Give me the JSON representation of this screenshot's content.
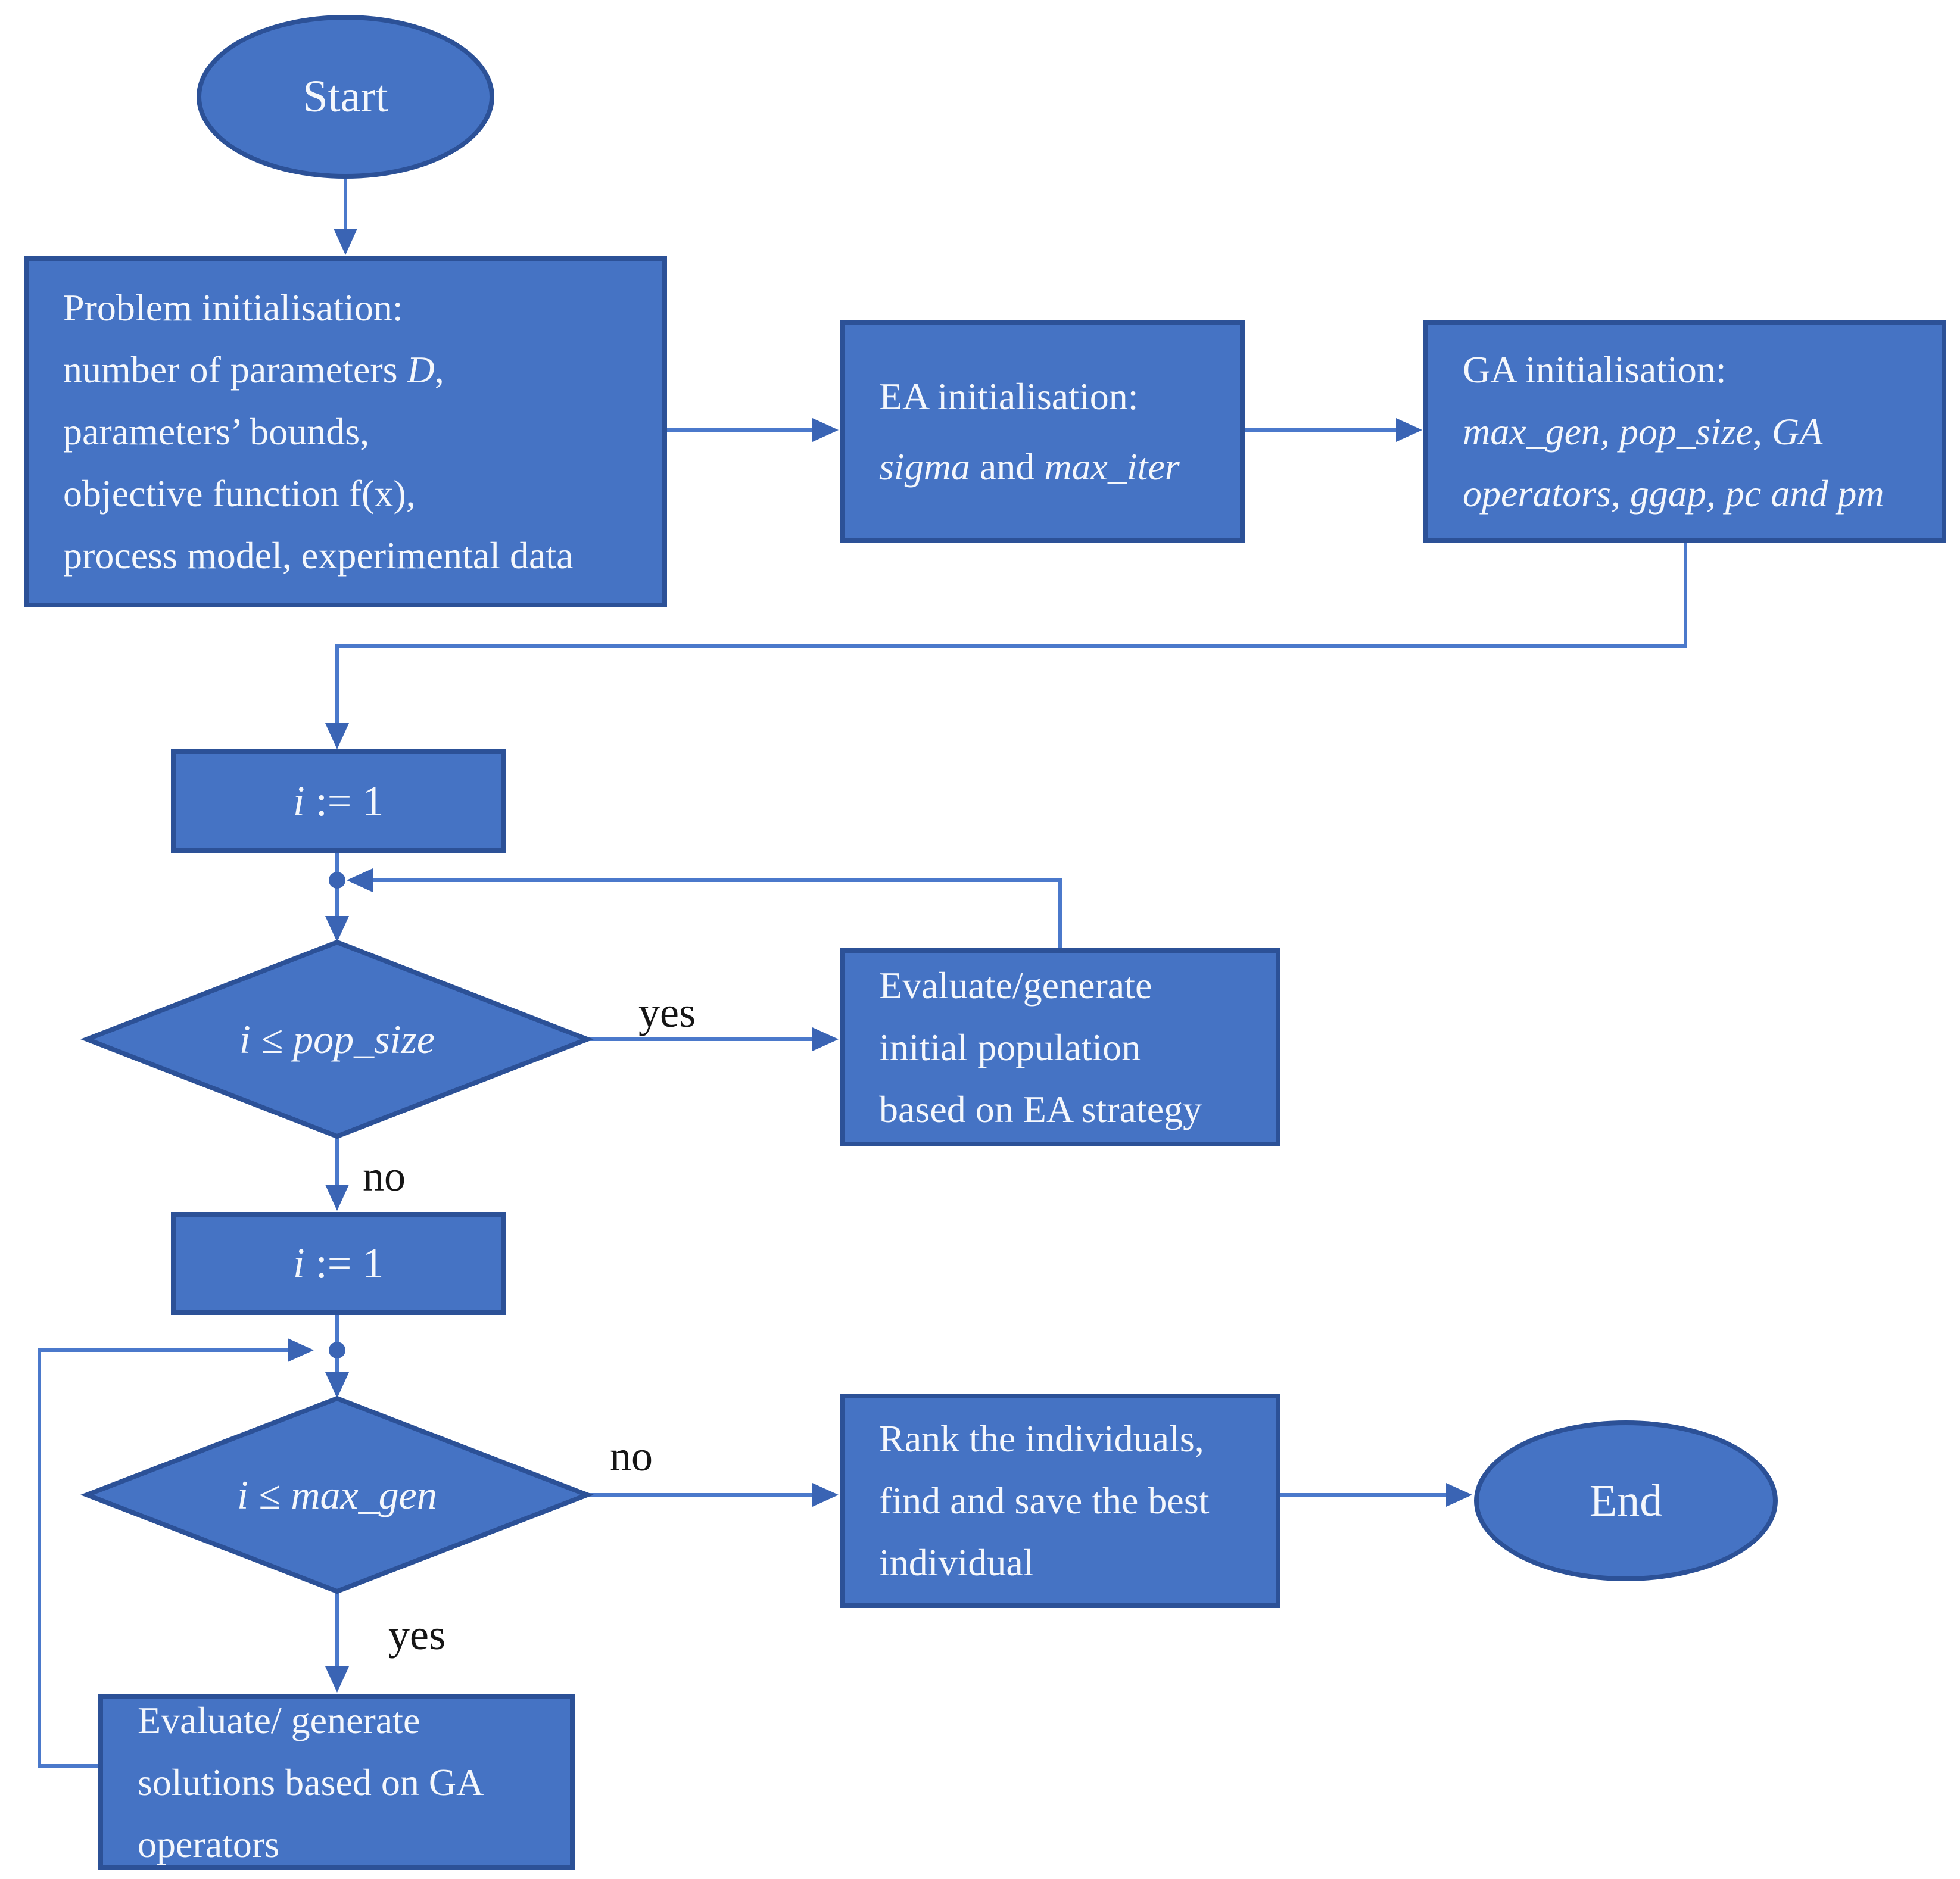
{
  "colors": {
    "node_fill": "#4573C4",
    "node_border": "#2C5197",
    "connector": "#4B79CB",
    "arrowhead": "#3A64B4",
    "node_text": "#F4F7FC",
    "edge_label_text": "#151515"
  },
  "nodes": {
    "start": {
      "label": "Start"
    },
    "problem_init": {
      "lines": [
        [
          {
            "t": "Problem initialisation:"
          }
        ],
        [
          {
            "t": "number of parameters "
          },
          {
            "t": "D",
            "i": 1
          },
          {
            "t": ","
          }
        ],
        [
          {
            "t": "parameters’ bounds,"
          }
        ],
        [
          {
            "t": "objective function f(x),"
          }
        ],
        [
          {
            "t": "process model, experimental data"
          }
        ]
      ]
    },
    "ea_init": {
      "lines": [
        [
          {
            "t": "EA initialisation:"
          }
        ],
        [
          {
            "t": "sigma",
            "i": 1
          },
          {
            "t": " and "
          },
          {
            "t": "max_iter",
            "i": 1
          }
        ]
      ]
    },
    "ga_init": {
      "lines": [
        [
          {
            "t": "GA initialisation:"
          }
        ],
        [
          {
            "t": "max_gen, pop_size, GA",
            "i": 1
          }
        ],
        [
          {
            "t": "operators, ggap, pc and pm",
            "i": 1
          }
        ]
      ]
    },
    "set_i_1_first": {
      "segments": [
        {
          "t": "i",
          "i": 1
        },
        {
          "t": " := 1"
        }
      ]
    },
    "pop_size_decision": {
      "segments": [
        {
          "t": "i ≤ pop_size",
          "i": 1
        }
      ]
    },
    "eval_initial_population": {
      "lines": [
        [
          {
            "t": "Evaluate/generate"
          }
        ],
        [
          {
            "t": "initial population"
          }
        ],
        [
          {
            "t": "based on EA strategy"
          }
        ]
      ]
    },
    "set_i_1_second": {
      "segments": [
        {
          "t": "i",
          "i": 1
        },
        {
          "t": " := 1"
        }
      ]
    },
    "max_gen_decision": {
      "segments": [
        {
          "t": "i ≤ max_gen",
          "i": 1
        }
      ]
    },
    "rank_individuals": {
      "lines": [
        [
          {
            "t": "Rank the individuals,"
          }
        ],
        [
          {
            "t": "find and save the best"
          }
        ],
        [
          {
            "t": "individual"
          }
        ]
      ]
    },
    "end": {
      "label": "End"
    },
    "ga_operators_eval": {
      "lines": [
        [
          {
            "t": "Evaluate/ generate"
          }
        ],
        [
          {
            "t": "solutions based on GA"
          }
        ],
        [
          {
            "t": "operators"
          }
        ]
      ]
    }
  },
  "edges": {
    "pop_size_yes": "yes",
    "pop_size_no": "no",
    "max_gen_no": "no",
    "max_gen_yes": "yes"
  }
}
